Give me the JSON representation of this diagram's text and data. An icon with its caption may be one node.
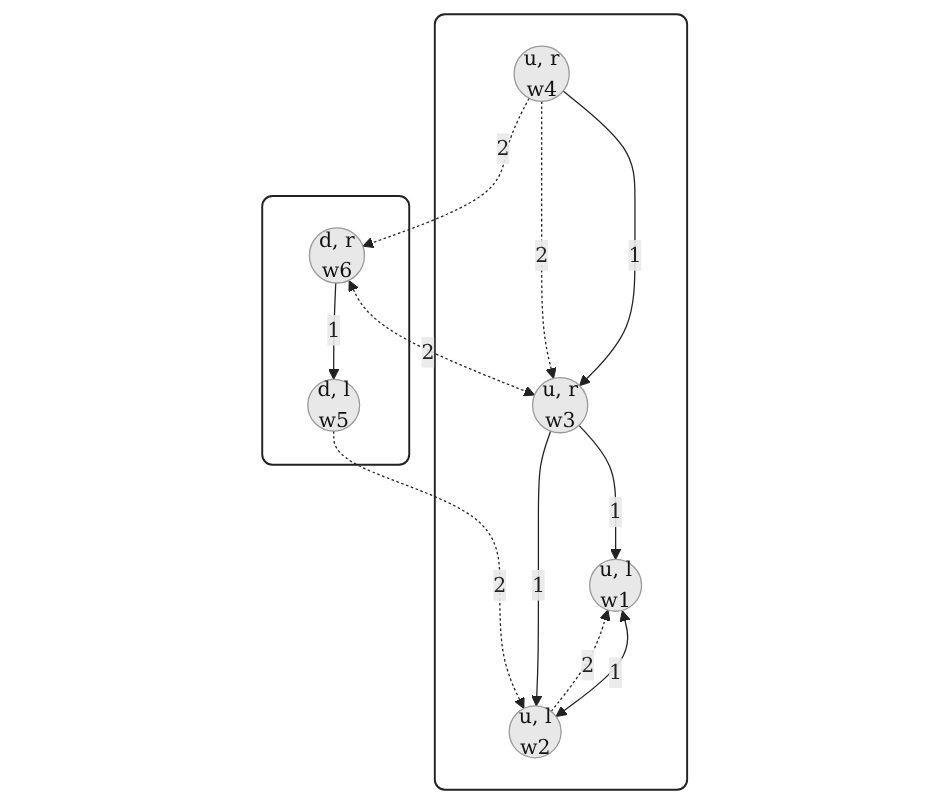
{
  "diagram": {
    "nodes": [
      {
        "text": [],
        "shape": "box"
      },
      {
        "text": [
          "u, r",
          "w4"
        ],
        "in": 0
      },
      {
        "text": [
          "u, r",
          "w3"
        ],
        "in": 0
      },
      {
        "text": [
          "u, l",
          "w1"
        ],
        "in": 0
      },
      {
        "text": [
          "u, l",
          "w2"
        ],
        "in": 0
      },
      {
        "text": [],
        "shape": "box"
      },
      {
        "text": [
          "d, r",
          "w6"
        ],
        "in": 5
      },
      {
        "text": [
          "d, l",
          "w5"
        ],
        "in": 5
      }
    ],
    "edges": [
      {
        "from": 1,
        "to": 2,
        "arrow": "to",
        "label": "1"
      },
      {
        "from": 1,
        "to": 2,
        "arrow": "to",
        "label": "2",
        "style": "dashed"
      },
      {
        "from": 1,
        "to": 6,
        "arrow": "to",
        "label": "2",
        "style": "dashed"
      },
      {
        "from": 6,
        "to": 2,
        "arrow": "both",
        "label": "2",
        "style": "dashed"
      },
      {
        "from": 2,
        "to": 3,
        "arrow": "to",
        "label": "1"
      },
      {
        "from": 2,
        "to": 4,
        "arrow": "to",
        "label": "1"
      },
      {
        "from": 4,
        "to": 3,
        "arrow": "to",
        "label": "2",
        "style": "dashed"
      },
      {
        "from": 3,
        "to": 4,
        "arrow": "both",
        "label": "1"
      },
      {
        "from": 6,
        "to": 7,
        "arrow": "to",
        "label": "1"
      },
      {
        "from": 7,
        "to": 4,
        "arrow": "to",
        "label": "2",
        "style": "dashed"
      }
    ]
  }
}
